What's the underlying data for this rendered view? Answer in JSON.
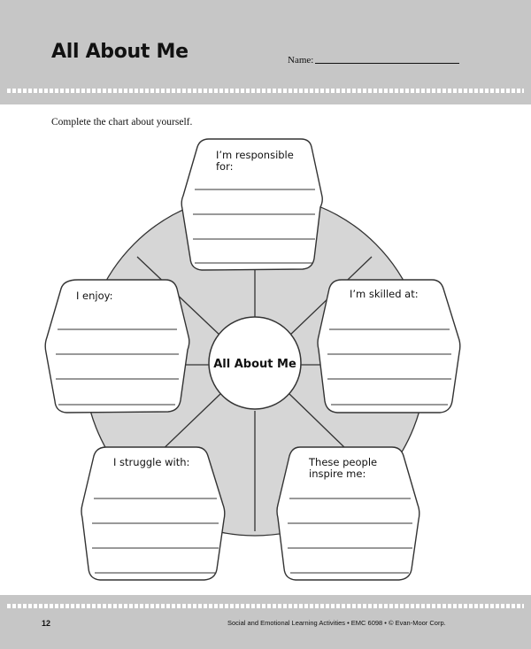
{
  "header": {
    "title": "All About Me",
    "name_label": "Name:"
  },
  "instruction": "Complete the chart about yourself.",
  "diagram": {
    "center_label": "All About Me",
    "boxes": [
      {
        "line1": "I’m responsible",
        "line2": "for:"
      },
      {
        "line1": "I’m skilled at:",
        "line2": ""
      },
      {
        "line1": "These people",
        "line2": "inspire me:"
      },
      {
        "line1": "I struggle with:",
        "line2": ""
      },
      {
        "line1": "I enjoy:",
        "line2": ""
      }
    ]
  },
  "footer": {
    "page_number": "12",
    "credit": "Social and Emotional Learning Activities • EMC 6098 • © Evan-Moor Corp."
  }
}
